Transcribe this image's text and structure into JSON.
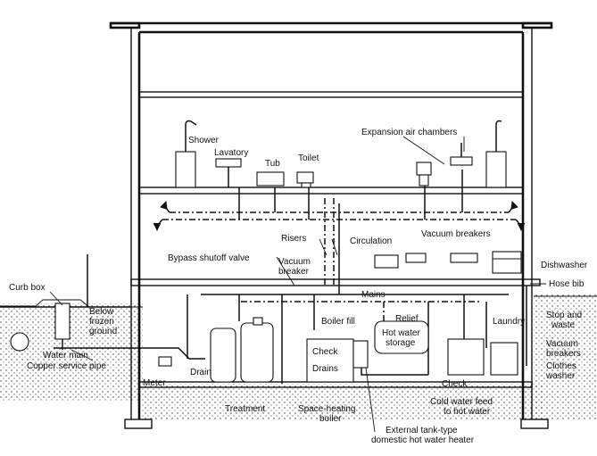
{
  "labels": {
    "shower": "Shower",
    "lavatory": "Lavatory",
    "tub": "Tub",
    "toilet": "Toilet",
    "expansion_air_chambers": "Expansion air chambers",
    "risers": "Risers",
    "circulation": "Circulation",
    "vacuum_breakers_upper": "Vacuum breakers",
    "bypass_shutoff_valve": "Bypass shutoff valve",
    "vacuum_breaker_1": "Vacuum",
    "vacuum_breaker_2": "breaker",
    "dishwasher": "Dishwasher",
    "curb_box": "Curb box",
    "below_frozen_1": "Below",
    "below_frozen_2": "frozen",
    "below_frozen_3": "ground",
    "mains": "Mains",
    "hose_bib": "Hose bib",
    "boiler_fill": "Boiler fill",
    "relief": "Relief",
    "hot_water_storage_1": "Hot water",
    "hot_water_storage_2": "storage",
    "laundry": "Laundry",
    "stop_and_waste_1": "Stop and",
    "stop_and_waste_2": "waste",
    "water_main": "Water main",
    "copper_service_pipe": "Copper service pipe",
    "check_1": "Check",
    "drains": "Drains",
    "vacuum_breakers_lower_1": "Vacuum",
    "vacuum_breakers_lower_2": "breakers",
    "clothes_washer_1": "Clothes",
    "clothes_washer_2": "washer",
    "meter": "Meter",
    "drain": "Drain",
    "check_2": "Check",
    "treatment": "Treatment",
    "space_heating_boiler_1": "Space-heating",
    "space_heating_boiler_2": "boiler",
    "cold_water_feed_1": "Cold water feed",
    "cold_water_feed_2": "to hot water",
    "external_tank_1": "External tank-type",
    "external_tank_2": "domestic hot water heater"
  }
}
